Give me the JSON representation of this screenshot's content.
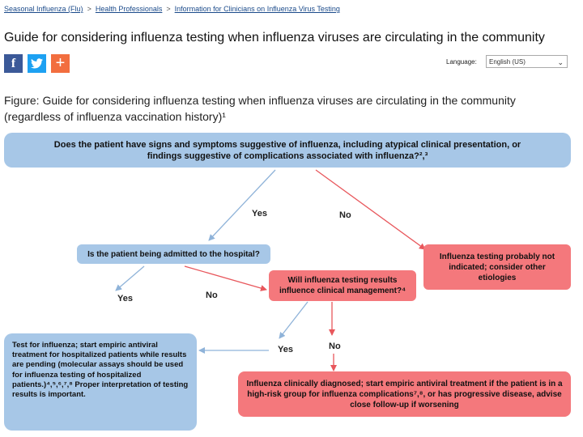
{
  "breadcrumb": {
    "item1": "Seasonal Influenza (Flu)",
    "item2": "Health Professionals",
    "item3": "Information for Clinicians on Influenza Virus Testing",
    "separator": ">"
  },
  "page": {
    "title": "Guide for considering influenza testing when influenza viruses are circulating in the community"
  },
  "share": {
    "facebook": "f",
    "plus": "+"
  },
  "language": {
    "label": "Language:",
    "selected": "English (US)"
  },
  "figure": {
    "caption": "Figure: Guide for considering influenza testing when influenza viruses are circulating in the community (regardless of influenza vaccination history)¹",
    "q1": "Does the patient have signs and symptoms suggestive of influenza, including atypical clinical presentation, or findings suggestive of complications associated with influenza?²,³",
    "yes1": "Yes",
    "no1": "No",
    "q2": "Is the patient being admitted to the hospital?",
    "not_indicated": "Influenza testing probably not indicated; consider other etiologies",
    "yes2": "Yes",
    "no2": "No",
    "q3": "Will influenza testing results influence clinical management?⁴",
    "test": "Test for influenza; start empiric antiviral treatment for hospitalized patients while results are pending (molecular assays should be used for influenza testing of hospitalized patients.)⁴,⁵,⁶,⁷,⁸ Proper interpretation of testing results is important.",
    "yes3": "Yes",
    "no3": "No",
    "diagnosed": "Influenza clinically diagnosed; start empiric antiviral treatment if the patient is in a high-risk group for influenza complications⁷,⁸, or has progressive disease, advise close follow-up if worsening"
  },
  "colors": {
    "blue_box": "#a7c7e7",
    "red_box": "#f4787c",
    "blue_arrow": "#8fb3d9",
    "red_arrow": "#e8575c"
  }
}
